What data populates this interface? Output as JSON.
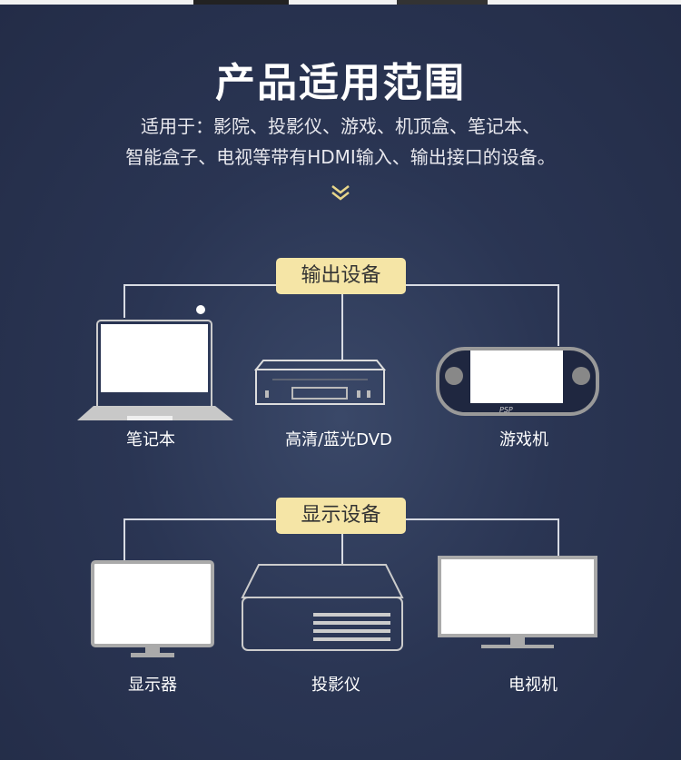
{
  "title": "产品适用范围",
  "subtitle_line1": "适用于：影院、投影仪、游戏、机顶盒、笔记本、",
  "subtitle_line2": "智能盒子、电视等带有HDMI输入、输出接口的设备。",
  "output_group": {
    "label": "输出设备",
    "devices": [
      {
        "label": "笔记本",
        "icon": "laptop-icon"
      },
      {
        "label": "高清/蓝光DVD",
        "icon": "dvd-player-icon"
      },
      {
        "label": "游戏机",
        "icon": "psp-console-icon"
      }
    ]
  },
  "display_group": {
    "label": "显示设备",
    "devices": [
      {
        "label": "显示器",
        "icon": "monitor-icon"
      },
      {
        "label": "投影仪",
        "icon": "projector-icon"
      },
      {
        "label": "电视机",
        "icon": "tv-icon"
      }
    ]
  },
  "colors": {
    "background": "#2a3553",
    "label_bg": "#f5e5a6",
    "accent_chevron": "#e8d68a"
  }
}
